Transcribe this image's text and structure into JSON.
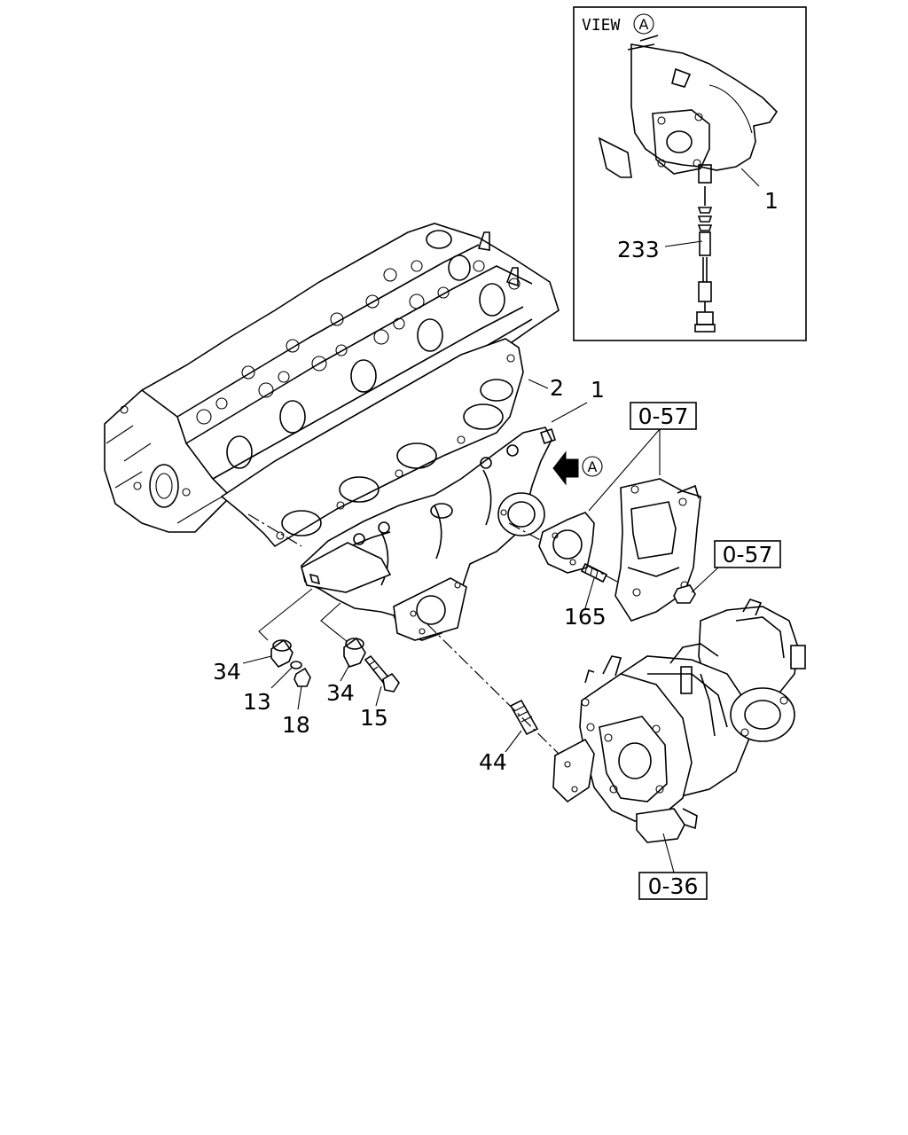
{
  "view": {
    "title": "VIEW",
    "marker": "A"
  },
  "callouts": {
    "c1_view": "1",
    "c233": "233",
    "c2": "2",
    "c1_main": "1",
    "arrow_marker": "A",
    "c165": "165",
    "c34_left": "34",
    "c13": "13",
    "c18": "18",
    "c34_right": "34",
    "c15": "15",
    "c44": "44"
  },
  "refs": {
    "r057_top": "0-57",
    "r057_right": "0-57",
    "r036": "0-36"
  }
}
